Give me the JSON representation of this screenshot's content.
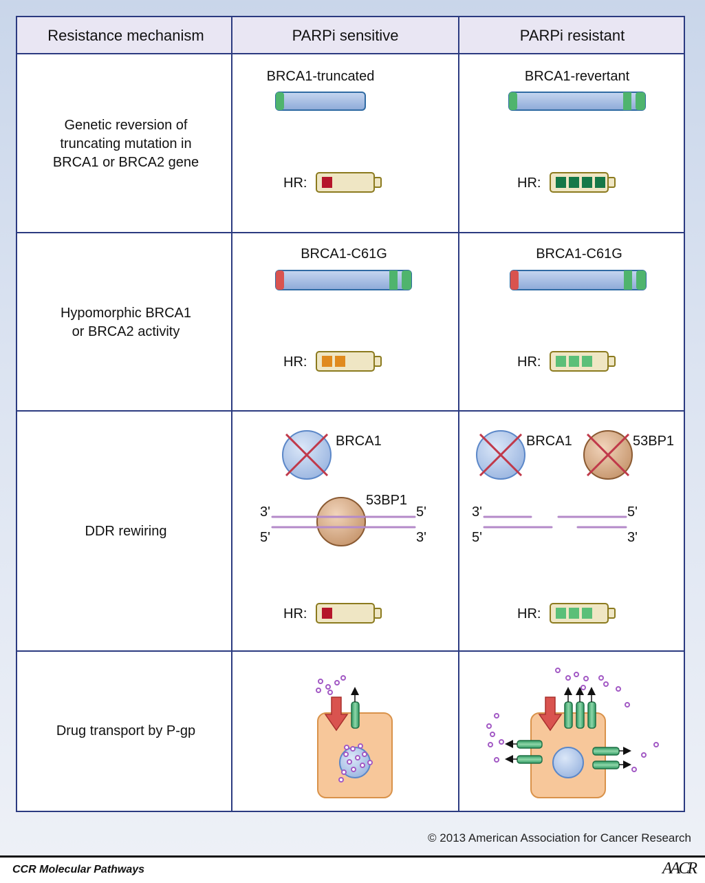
{
  "headers": [
    "Resistance mechanism",
    "PARPi sensitive",
    "PARPi resistant"
  ],
  "rows": [
    {
      "mechanism": [
        "Genetic reversion of",
        "truncating mutation in",
        "BRCA1 or BRCA2 gene"
      ],
      "sensitive": {
        "protein_label": "BRCA1-truncated",
        "hr_label": "HR:",
        "hr_blocks": 1,
        "hr_color": "#b5162b"
      },
      "resistant": {
        "protein_label": "BRCA1-revertant",
        "hr_label": "HR:",
        "hr_blocks": 4,
        "hr_color": "#157848"
      }
    },
    {
      "mechanism": [
        "Hypomorphic BRCA1",
        "or BRCA2 activity"
      ],
      "sensitive": {
        "protein_label": "BRCA1-C61G",
        "hr_label": "HR:",
        "hr_blocks": 2,
        "hr_color": "#e08a1e"
      },
      "resistant": {
        "protein_label": "BRCA1-C61G",
        "hr_label": "HR:",
        "hr_blocks": 3,
        "hr_color": "#5bbf78"
      }
    },
    {
      "mechanism": [
        "DDR rewiring"
      ],
      "sensitive": {
        "brca1_label": "BRCA1",
        "bp_label": "53BP1",
        "hr_label": "HR:",
        "hr_blocks": 1,
        "hr_color": "#b5162b"
      },
      "resistant": {
        "brca1_label": "BRCA1",
        "bp_label": "53BP1",
        "hr_label": "HR:",
        "hr_blocks": 3,
        "hr_color": "#5bbf78"
      },
      "dna_ends": {
        "top_left": "3'",
        "top_right": "5'",
        "bottom_left": "5'",
        "bottom_right": "3'"
      }
    },
    {
      "mechanism": [
        "Drug transport by P-gp"
      ]
    }
  ],
  "copyright": "© 2013 American Association for Cancer Research",
  "footer": {
    "title": "CCR Molecular Pathways",
    "logo": "AACR"
  },
  "colors": {
    "border": "#2b3a80",
    "header_bg": "#e9e6f3",
    "cell_bg": "#ffffff",
    "protein_blue": "#a9c1e6",
    "green_domain": "#4fb46d",
    "red_domain": "#d9534f",
    "battery_fill": "#efe6c4",
    "battery_stroke": "#8b7a1e",
    "cross": "#c0394a",
    "cell_body": "#f7c79a",
    "drug_dot": "#a259c4",
    "dna": "#b48ac9"
  }
}
